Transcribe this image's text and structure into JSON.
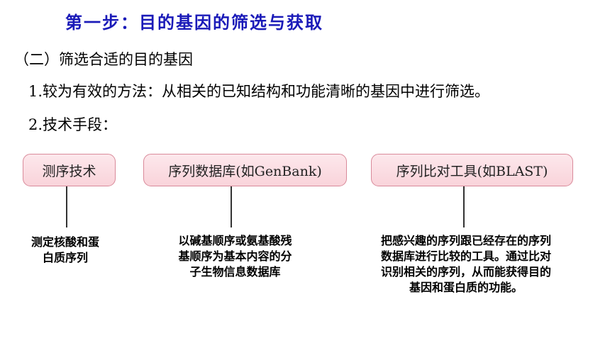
{
  "title": "第一步：目的基因的筛选与获取",
  "section_heading": "（二）筛选合适的目的基因",
  "point1": "1.较为有效的方法：从相关的已知结构和功能清晰的基因中进行筛选。",
  "point2": "2.技术手段：",
  "methods": [
    {
      "label": "测序技术",
      "description_lines": [
        "测定核酸和蛋",
        "白质序列"
      ]
    },
    {
      "label": "序列数据库(如GenBank)",
      "description_lines": [
        "以碱基顺序或氨基酸残",
        "基顺序为基本内容的分",
        "子生物信息数据库"
      ]
    },
    {
      "label": "序列比对工具(如BLAST)",
      "description_lines": [
        "把感兴趣的序列跟已经存在的序列",
        "数据库进行比较的工具。通过比对",
        "识别相关的序列，从而能获得目的",
        "基因和蛋白质的功能。"
      ]
    }
  ]
}
